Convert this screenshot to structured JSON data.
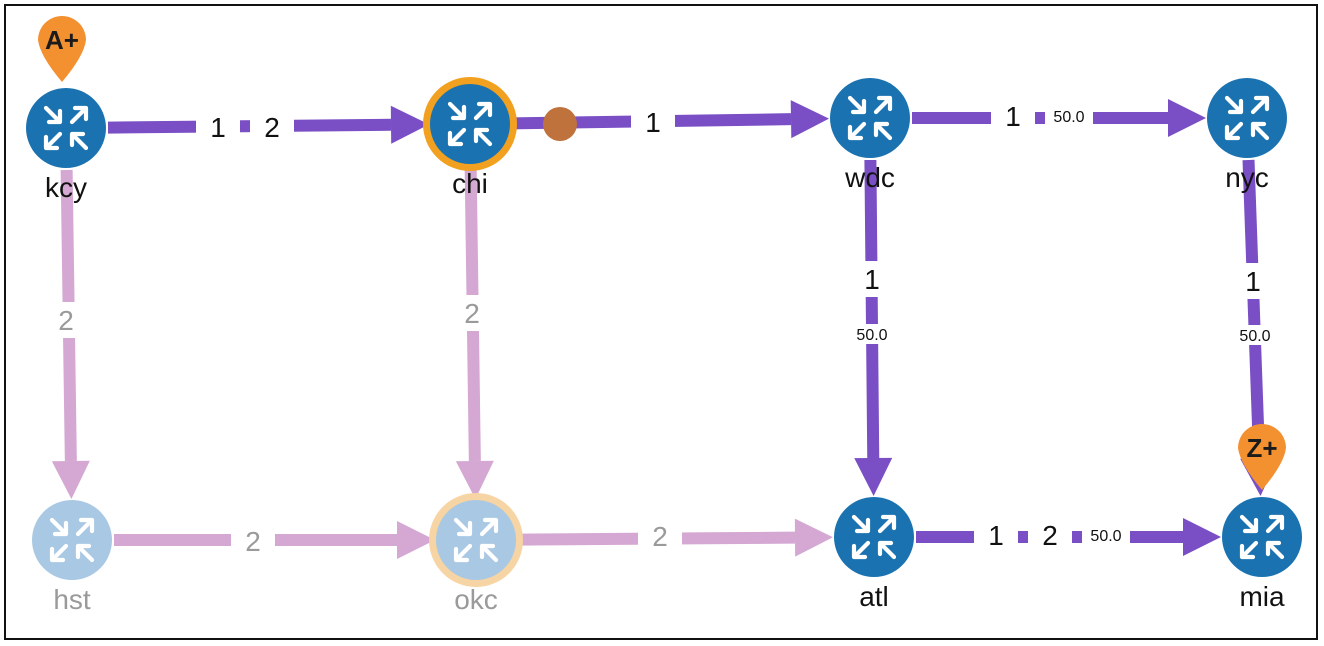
{
  "colors": {
    "router_active": "#1a73b0",
    "router_inactive": "#a9c8e3",
    "link_active": "#7a4ec5",
    "link_inactive": "#d4a8d2",
    "label_active": "#111111",
    "label_inactive": "#9a9a9a",
    "ring_active": "#f2a01f",
    "ring_inactive": "#f6d4a3",
    "marker": "#f39131",
    "probe_dot": "#c0723c"
  },
  "nodes": [
    {
      "id": "kcy",
      "name": "kcy",
      "active": true,
      "ring": false
    },
    {
      "id": "chi",
      "name": "chi",
      "active": true,
      "ring": true
    },
    {
      "id": "wdc",
      "name": "wdc",
      "active": true,
      "ring": false
    },
    {
      "id": "nyc",
      "name": "nyc",
      "active": true,
      "ring": false
    },
    {
      "id": "hst",
      "name": "hst",
      "active": false,
      "ring": false
    },
    {
      "id": "okc",
      "name": "okc",
      "active": false,
      "ring": true
    },
    {
      "id": "atl",
      "name": "atl",
      "active": true,
      "ring": false
    },
    {
      "id": "mia",
      "name": "mia",
      "active": true,
      "ring": false
    }
  ],
  "links": [
    {
      "id": "kcy-chi",
      "from": "kcy",
      "to": "chi",
      "active": true,
      "labels": [
        "1",
        "2"
      ],
      "metric": ""
    },
    {
      "id": "chi-wdc",
      "from": "chi",
      "to": "wdc",
      "active": true,
      "labels": [
        "1"
      ],
      "metric": ""
    },
    {
      "id": "wdc-nyc",
      "from": "wdc",
      "to": "nyc",
      "active": true,
      "labels": [
        "1"
      ],
      "metric": "50.0"
    },
    {
      "id": "kcy-hst",
      "from": "kcy",
      "to": "hst",
      "active": false,
      "labels": [
        "2"
      ],
      "metric": ""
    },
    {
      "id": "chi-okc",
      "from": "chi",
      "to": "okc",
      "active": false,
      "labels": [
        "2"
      ],
      "metric": ""
    },
    {
      "id": "wdc-atl",
      "from": "wdc",
      "to": "atl",
      "active": true,
      "labels": [
        "1"
      ],
      "metric": "50.0"
    },
    {
      "id": "nyc-mia",
      "from": "nyc",
      "to": "mia",
      "active": true,
      "labels": [
        "1"
      ],
      "metric": "50.0"
    },
    {
      "id": "hst-okc",
      "from": "hst",
      "to": "okc",
      "active": false,
      "labels": [
        "2"
      ],
      "metric": ""
    },
    {
      "id": "okc-atl",
      "from": "okc",
      "to": "atl",
      "active": false,
      "labels": [
        "2"
      ],
      "metric": ""
    },
    {
      "id": "atl-mia",
      "from": "atl",
      "to": "mia",
      "active": true,
      "labels": [
        "1",
        "2"
      ],
      "metric": "50.0"
    }
  ],
  "markers": [
    {
      "id": "a-marker",
      "label": "A+",
      "node": "kcy"
    },
    {
      "id": "z-marker",
      "label": "Z+",
      "node": "mia"
    }
  ],
  "icons": {
    "router": "router-icon",
    "marker": "map-pin-icon"
  }
}
